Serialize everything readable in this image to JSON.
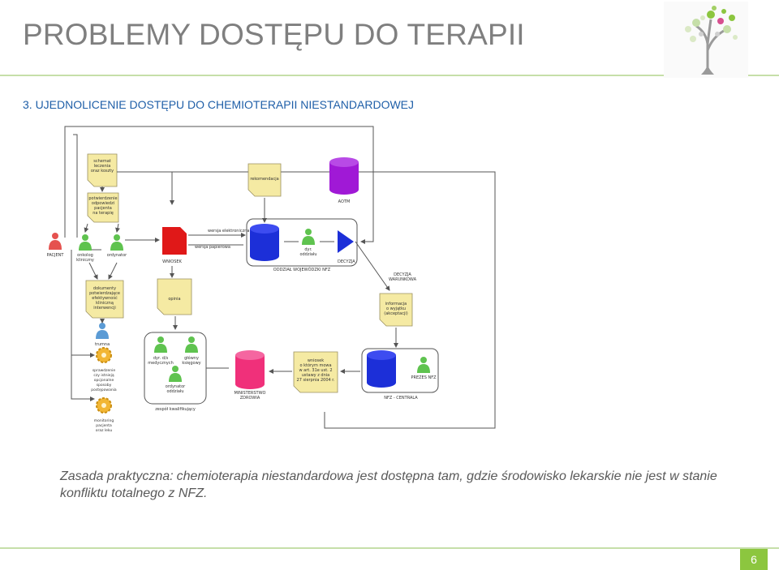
{
  "slide": {
    "title": "PROBLEMY DOSTĘPU DO TERAPII",
    "subtitle": "3.  UJEDNOLICENIE DOSTĘPU DO CHEMIOTERAPII NIESTANDARDOWEJ",
    "principle_label": "Zasada praktyczna:",
    "principle_text": "chemioterapia niestandardowa jest dostępna tam, gdzie środowisko lekarskie nie jest w stanie konfliktu totalnego z NFZ.",
    "page_number": "6",
    "colors": {
      "title": "#7f7f7f",
      "subtitle": "#1f5fa8",
      "rule": "#c6dfa9",
      "page_badge": "#8cc63f"
    }
  },
  "diagram": {
    "notes": {
      "schemat": [
        "schemat",
        "leczenia",
        "oraz koszty"
      ],
      "potwierdzenie": [
        "potwierdzenie",
        "odpowiedzi",
        "pacjenta",
        "na terapię"
      ],
      "dokumenty": [
        "dokumenty",
        "potwierdzające",
        "efektywność",
        "kliniczną",
        "interwencji"
      ],
      "rekomendacja": [
        "rekomendacja"
      ],
      "opinia": [
        "opinia"
      ],
      "informacja": [
        "informacja",
        "o wyjątku",
        "(akceptacji)"
      ],
      "wniosek": [
        "wniosek",
        "o którym mowa",
        "w art. 31e ust. 2",
        "ustawy z dnia",
        "27 sierpnia 2004 r."
      ]
    },
    "actors": {
      "pacjent": "PACJENT",
      "onkolog": [
        "onkolog",
        "kliniczny"
      ],
      "ordynator": "ordynator",
      "dyr_oddzialu": [
        "dyr.",
        "oddziału"
      ],
      "prezes": "PREZES NFZ",
      "dyr_medyczny": [
        "dyr. d/s",
        "medycznych"
      ],
      "glowny_ksiegowy": [
        "główny",
        "księgowy"
      ],
      "ordynator_oddzialu": [
        "ordynator",
        "oddziału"
      ],
      "trumna": "trumna"
    },
    "flow_labels": {
      "wersja_elektroniczna": "wersja elektroniczna",
      "wersja_papierowa": "wersja papierowa",
      "wniosek_doc": "WNIOSEK",
      "decyzja": "DECYZJA",
      "decyzja_warunkowa": [
        "DECYZJA",
        "WARUNKOWA"
      ],
      "oddzial": "ODDZIAŁ WOJEWÓDZKI NFZ",
      "aotm": "AOTM",
      "ministerstwo": [
        "MINISTERSTWO",
        "ZDROWIA"
      ],
      "nfz_centrala": "NFZ - CENTRALA",
      "zespol": "zespół kwalifikujący"
    },
    "gear_notes": {
      "sprawdzenie": [
        "sprawdzenie",
        "czy istnieją",
        "opcjonalne",
        "sposoby",
        "postępowania"
      ],
      "monitoring": [
        "monitoring",
        "pacjenta",
        "oraz leku"
      ]
    },
    "colors": {
      "note": "#f5eaa3",
      "note_border": "#9a9060",
      "person": "#5fc34f",
      "patient": "#e5524f",
      "db_blue": "#1c2fd8",
      "db_purple": "#a019d6",
      "db_pink": "#f0307a",
      "document": "#e01818",
      "arrow": "#555555"
    }
  }
}
